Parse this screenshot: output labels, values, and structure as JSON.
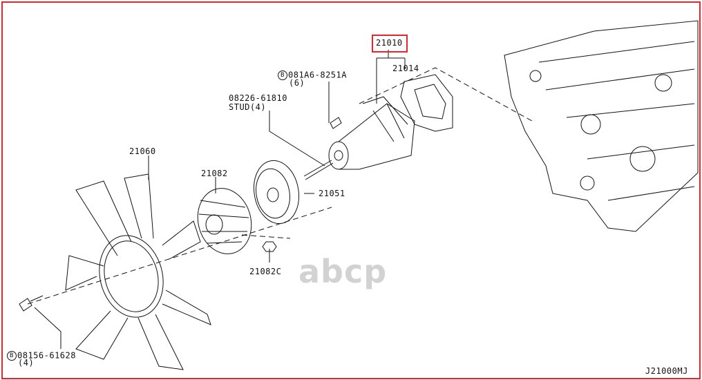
{
  "diagram": {
    "highlighted_part": "21010",
    "labels": {
      "p21010": "21010",
      "p21014": "21014",
      "bolt_top": "081A6-8251A",
      "bolt_top_qty": "(6)",
      "stud": "08226-61810",
      "stud_qty": "STUD(4)",
      "p21060": "21060",
      "p21082": "21082",
      "p21051": "21051",
      "p21082c": "21082C",
      "bolt_bottom": "08156-61628",
      "bolt_bottom_qty": "(4)",
      "bolt_symbol": "B",
      "diagram_code": "J21000MJ"
    },
    "watermark": "abcp",
    "colors": {
      "highlight": "#e0262b",
      "line": "#111111",
      "watermark": "#c8c8c8"
    }
  }
}
